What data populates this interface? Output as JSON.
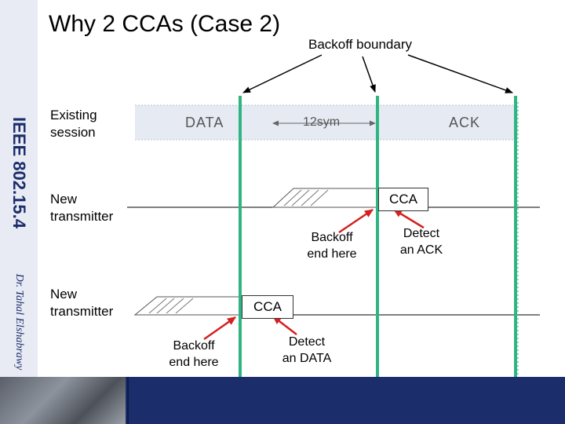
{
  "slide": {
    "title": "Why 2 CCAs (Case 2)",
    "side_title": "IEEE 802.15.4",
    "author": "Dr. Tahal Elshabrawy"
  },
  "diagram": {
    "boundary_label": "Backoff boundary",
    "rows": [
      {
        "label_line1": "Existing",
        "label_line2": "session"
      },
      {
        "label_line1": "New",
        "label_line2": "transmitter"
      },
      {
        "label_line1": "New",
        "label_line2": "transmitter"
      }
    ],
    "session": {
      "data_label": "DATA",
      "gap_label": "12sym",
      "ack_label": "ACK"
    },
    "cca_label": "CCA",
    "notes": {
      "backoff_end_row2": {
        "line1": "Backoff",
        "line2": "end here"
      },
      "detect_ack": {
        "line1": "Detect",
        "line2": "an ACK"
      },
      "backoff_end_row3": {
        "line1": "Backoff",
        "line2": "end here"
      },
      "detect_data": {
        "line1": "Detect",
        "line2": "an DATA"
      }
    },
    "colors": {
      "boundary_line": "#2fb582",
      "red_arrow": "#d42020",
      "footer": "#1b2d6b"
    }
  }
}
